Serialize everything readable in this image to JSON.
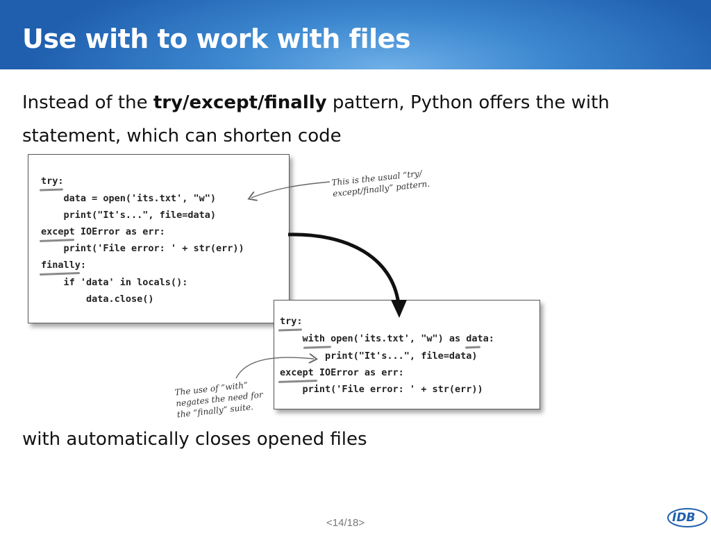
{
  "slide": {
    "title": "Use with to work with files",
    "intro_before": "Instead of the ",
    "intro_bold": "try/except/finally",
    "intro_after": " pattern, Python offers the with statement, which can shorten code",
    "bottom_text": "with automatically closes opened files",
    "pager": "<14/18>"
  },
  "code_top": [
    "try:",
    "    data = open('its.txt', \"w\")",
    "    print(\"It's...\", file=data)",
    "except IOError as err:",
    "    print('File error: ' + str(err))",
    "finally:",
    "    if 'data' in locals():",
    "        data.close()"
  ],
  "code_bottom": [
    "try:",
    "    with open('its.txt', \"w\") as data:",
    "        print(\"It's...\", file=data)",
    "except IOError as err:",
    "    print('File error: ' + str(err))"
  ],
  "notes": {
    "top": [
      "This is the usual “try/",
      "except/finally” pattern."
    ],
    "bottom": [
      "The use of “with”",
      "negates the need for",
      "the “finally” suite."
    ]
  },
  "logo": {
    "text": "IDB",
    "color": "#1f5fae"
  }
}
